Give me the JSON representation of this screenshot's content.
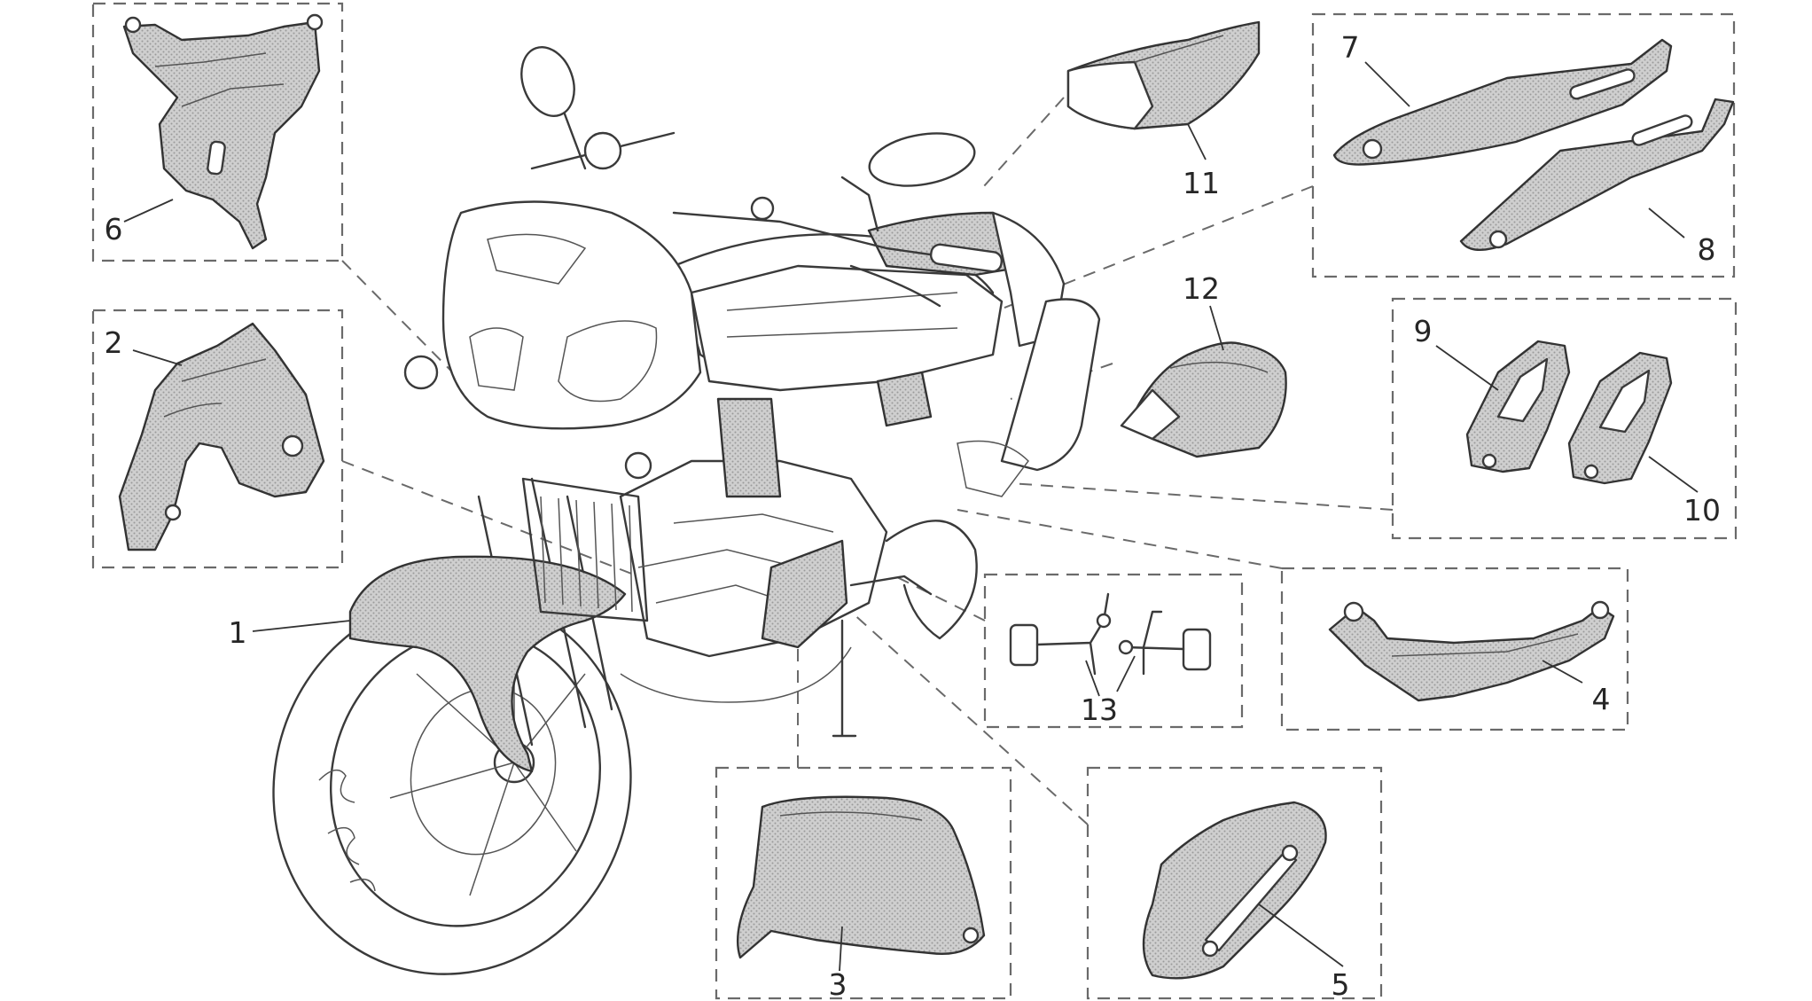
{
  "diagram": {
    "callouts": {
      "c1": "1",
      "c2": "2",
      "c3": "3",
      "c4": "4",
      "c5": "5",
      "c6": "6",
      "c7": "7",
      "c8": "8",
      "c9": "9",
      "c10": "10",
      "c11": "11",
      "c12": "12",
      "c13": "13"
    },
    "colors": {
      "line": "#333333",
      "part_fill": "#c9c9c9",
      "box_dash": "#6a6a6a",
      "background": "#ffffff"
    }
  }
}
